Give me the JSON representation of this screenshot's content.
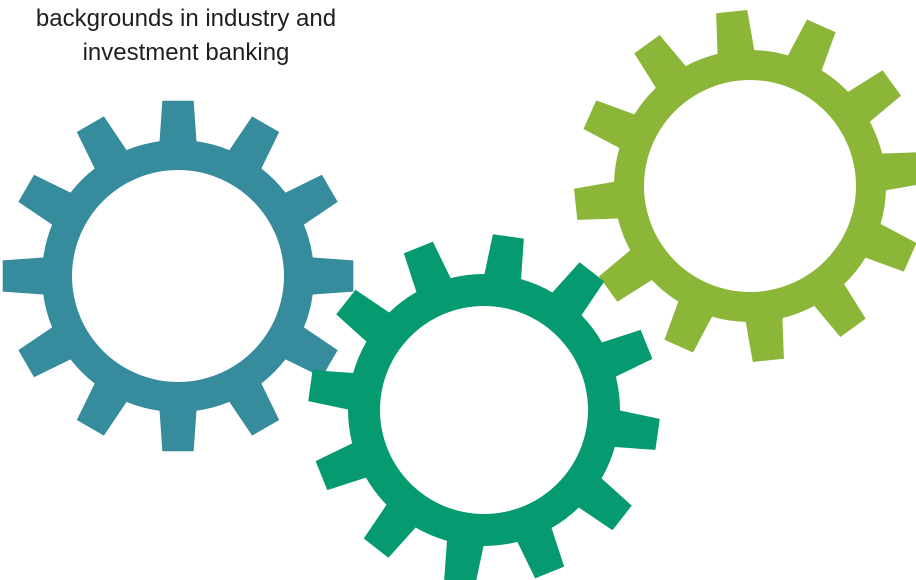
{
  "caption": {
    "line1": "backgrounds in industry and",
    "line2": "investment banking"
  },
  "gears": [
    {
      "name": "gear-teal",
      "color": "#368c9d",
      "teeth": 12
    },
    {
      "name": "gear-green",
      "color": "#059a70",
      "teeth": 12
    },
    {
      "name": "gear-lime",
      "color": "#8bb637",
      "teeth": 12
    }
  ]
}
